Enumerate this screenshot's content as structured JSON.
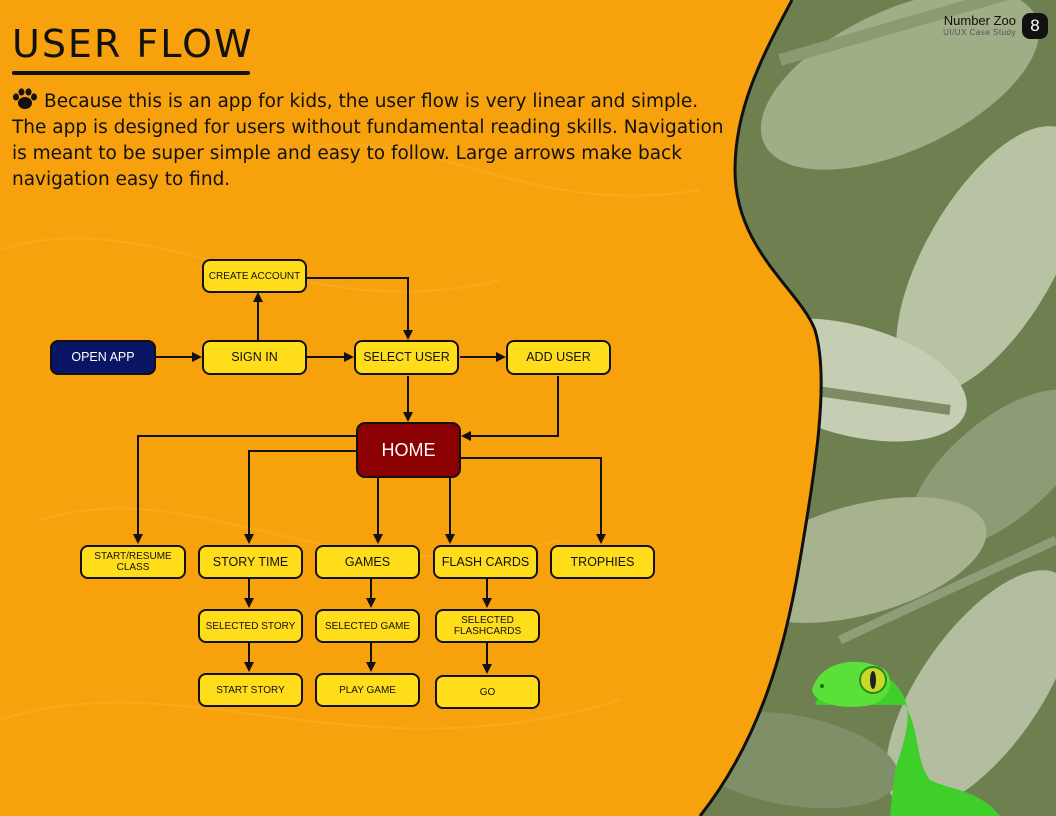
{
  "header": {
    "title": "USER FLOW",
    "brand_name": "Number Zoo",
    "brand_subtitle": "UI/UX Case Study",
    "page_number": "8"
  },
  "intro": {
    "icon": "paw-icon",
    "text": "Because this is an app for kids, the user flow is very linear and simple. The app is designed for users without fundamental reading skills. Navigation is meant to be super simple and easy to follow. Large arrows make back navigation easy to find."
  },
  "colors": {
    "background": "#f7a10c",
    "node_fill": "#ffdd1a",
    "start_node_fill": "#0b1566",
    "home_node_fill": "#8b0000",
    "outline": "#111111",
    "leaf_panel": "#6e8050"
  },
  "flow": {
    "open_app": "OPEN APP",
    "sign_in": "SIGN IN",
    "create_account": "CREATE ACCOUNT",
    "select_user": "SELECT USER",
    "add_user": "ADD USER",
    "home": "HOME",
    "start_resume_class": "START/RESUME CLASS",
    "story_time": "STORY TIME",
    "games": "GAMES",
    "flash_cards": "FLASH CARDS",
    "trophies": "TROPHIES",
    "selected_story": "SELECTED STORY",
    "selected_game": "SELECTED GAME",
    "selected_flashcards": "SELECTED FLASHCARDS",
    "start_story": "START STORY",
    "play_game": "PLAY GAME",
    "go": "GO"
  }
}
